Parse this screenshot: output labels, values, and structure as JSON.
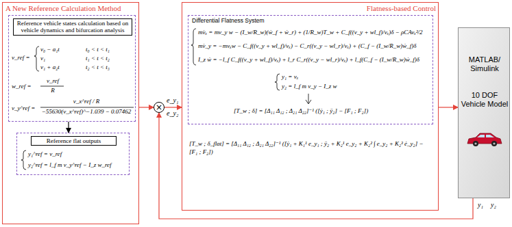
{
  "diagram": {
    "nodes": [
      {
        "text": [
          "A New Reference Calculation Method"
        ]
      },
      {
        "text": [
          "Reference vehicle states calculation based on vehicle dynamics and bifurcation analysis",
          "v_ref =",
          "v₀ − a₁t",
          "t₀ < t < t₁",
          "v₁",
          "t₁ < t < t₂",
          "v₁ + a₂t",
          "t₂ < t < t₃",
          "w_ref =",
          "v_ref",
          "R",
          "v_y^ref =",
          "v_x^ref / R",
          "−55630(v_x^ref)^−1.039 − 0.07462"
        ],
        "in": 0
      },
      {
        "text": [
          "Reference flat outputs",
          "y₁^ref = v_ref",
          "y₂^ref = l_f m v_y^ref − I_z w_ref"
        ],
        "in": 0
      },
      {
        "text": [
          "×"
        ]
      },
      {
        "text": [
          "Flatness-based Control",
          "[T_w ; δ_flat] = [Δ₁₁ Δ₁₂ ; Δ₂₁ Δ₂₂]⁻¹ ([ẏ₁ + K₁¹ e_y₁ ; ÿ₂ + K₂¹ e_y₂ + K₂² ∫ e_y₂ + K₂³ ė_y₂] − [F₁ ; F₂])"
        ]
      },
      {
        "text": [
          "Differential Flatness System",
          "mv̇ₓ = mv_y w − (I_w/R_w)(ẇ_f + ẇ_r) + (1/R_w)T_w + C_f((v_y + wl_f)/vₓ)δ − ρCAvₓ²/2",
          "mv̇_y = −mvₓw − C_f((v_y + wl_f)/vₓ) − C_r((v_y − wl_r)/vₓ) + (C_f − (I_w/R_w)ẇ_f)δ",
          "I_z ẇ = −l_f C_f((v_y + wl_f)/vₓ) + l_r C_r((v_y − wl_r)/vₓ) + l_f(C_f − (I_w/R_w)ẇ_f)δ",
          "y₁ = vₓ",
          "y₂ = l_f m v_y − I_z w",
          "[T_w ; δ] = [Δ₁₁ Δ₁₂ ; Δ₂₁ Δ₂₂]⁻¹ ([ẏ₁ ; ÿ₂] − [F₁ ; F₂])"
        ],
        "in": 4
      },
      {
        "text": [
          "MATLAB/ Simulink",
          "10 DOF Vehicle Model"
        ]
      }
    ],
    "edges": [
      {
        "from": 0,
        "to": 3,
        "arrow": "to"
      },
      {
        "from": 1,
        "to": 2,
        "arrow": "to"
      },
      {
        "from": 3,
        "to": 4,
        "arrow": "to"
      },
      {
        "from": 4,
        "to": 6,
        "arrow": "to"
      },
      {
        "from": 6,
        "to": 3,
        "arrow": "to"
      }
    ],
    "labels": [
      "e_y₁",
      "e_y₂",
      "y₁",
      "y₂"
    ]
  }
}
